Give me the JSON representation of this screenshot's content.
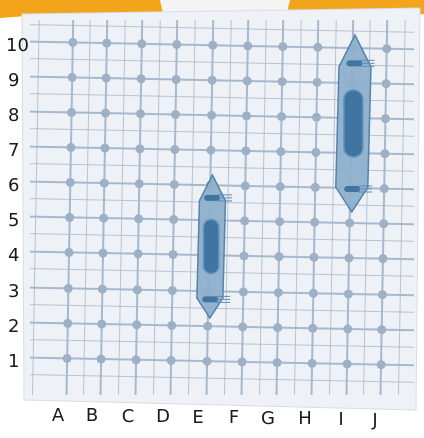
{
  "board": {
    "columns": [
      "A",
      "B",
      "C",
      "D",
      "E",
      "F",
      "G",
      "H",
      "I",
      "J"
    ],
    "rows": [
      "1",
      "2",
      "3",
      "4",
      "5",
      "6",
      "7",
      "8",
      "9",
      "10"
    ],
    "colors": {
      "paper": "#eef1f6",
      "grid_line": "#a8b8cc",
      "grid_dot": "#9db0c6",
      "ship_fill": "#8fb0cc",
      "ship_stroke": "#4d7ea8",
      "ship_core": "#3f75a0",
      "accent_top": "#f2a51a"
    }
  },
  "ships": [
    {
      "name": "ship-small",
      "column_from": "E",
      "column_to": "E",
      "row_from": "2",
      "row_to": "6",
      "orientation": "vertical"
    },
    {
      "name": "ship-large",
      "column_from": "I",
      "column_to": "I",
      "row_from": "5",
      "row_to": "10",
      "orientation": "vertical"
    }
  ]
}
